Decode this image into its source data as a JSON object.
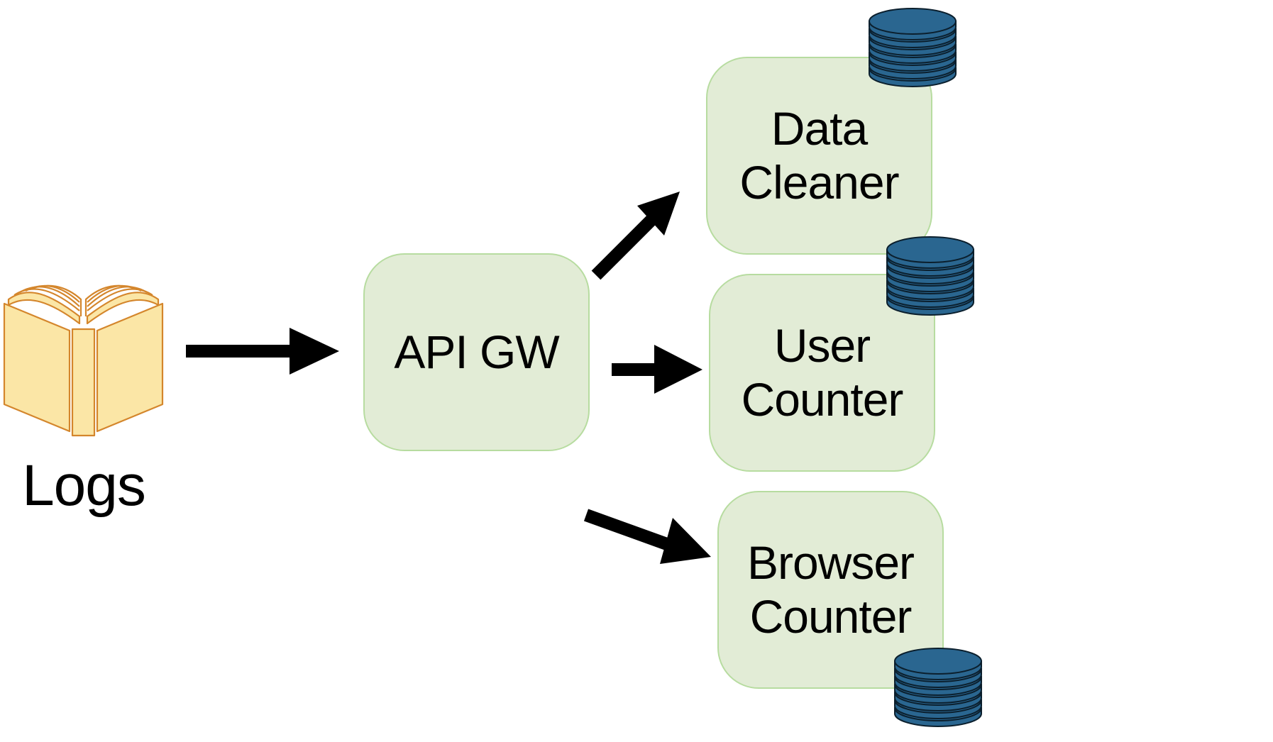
{
  "diagram": {
    "source": {
      "label": "Logs",
      "icon": "open-book-icon"
    },
    "gateway": {
      "line1": "API GW"
    },
    "services": [
      {
        "line1": "Data",
        "line2": "Cleaner",
        "icon": "database-icon"
      },
      {
        "line1": "User",
        "line2": "Counter",
        "icon": "database-icon"
      },
      {
        "line1": "Browser",
        "line2": "Counter",
        "icon": "database-icon"
      }
    ],
    "edges": [
      {
        "from": "Logs",
        "to": "API GW"
      },
      {
        "from": "API GW",
        "to": "Data Cleaner"
      },
      {
        "from": "API GW",
        "to": "User Counter"
      },
      {
        "from": "API GW",
        "to": "Browser Counter"
      }
    ]
  },
  "colors": {
    "node_fill": "#e2ecd6",
    "node_border": "#b7dca0",
    "book_fill": "#fbe6a6",
    "book_stroke": "#d4862c",
    "database_fill": "#2a6690",
    "arrow": "#000000"
  }
}
